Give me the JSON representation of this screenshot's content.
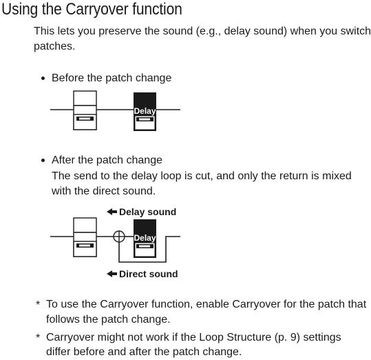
{
  "title": "Using the Carryover function",
  "intro": {
    "line1": "This lets you preserve the sound (e.g., delay sound) when you switch",
    "line2": "patches."
  },
  "before": {
    "bullet": "Before the patch change",
    "pedal_label": "Delay"
  },
  "after": {
    "bullet": "After the patch change",
    "desc_line1": "The send to the delay loop is cut, and only the return is mixed",
    "desc_line2": "with the direct sound.",
    "delay_sound_label": "Delay sound",
    "direct_sound_label": "Direct sound",
    "pedal_label": "Delay"
  },
  "notes": [
    {
      "mark": "*",
      "line1": "To use the Carryover function, enable Carryover for the patch that",
      "line2": "follows the patch change."
    },
    {
      "mark": "*",
      "line1": "Carryover might not work if the Loop Structure (p. 9) settings",
      "line2": "differ before and after the patch change."
    }
  ]
}
